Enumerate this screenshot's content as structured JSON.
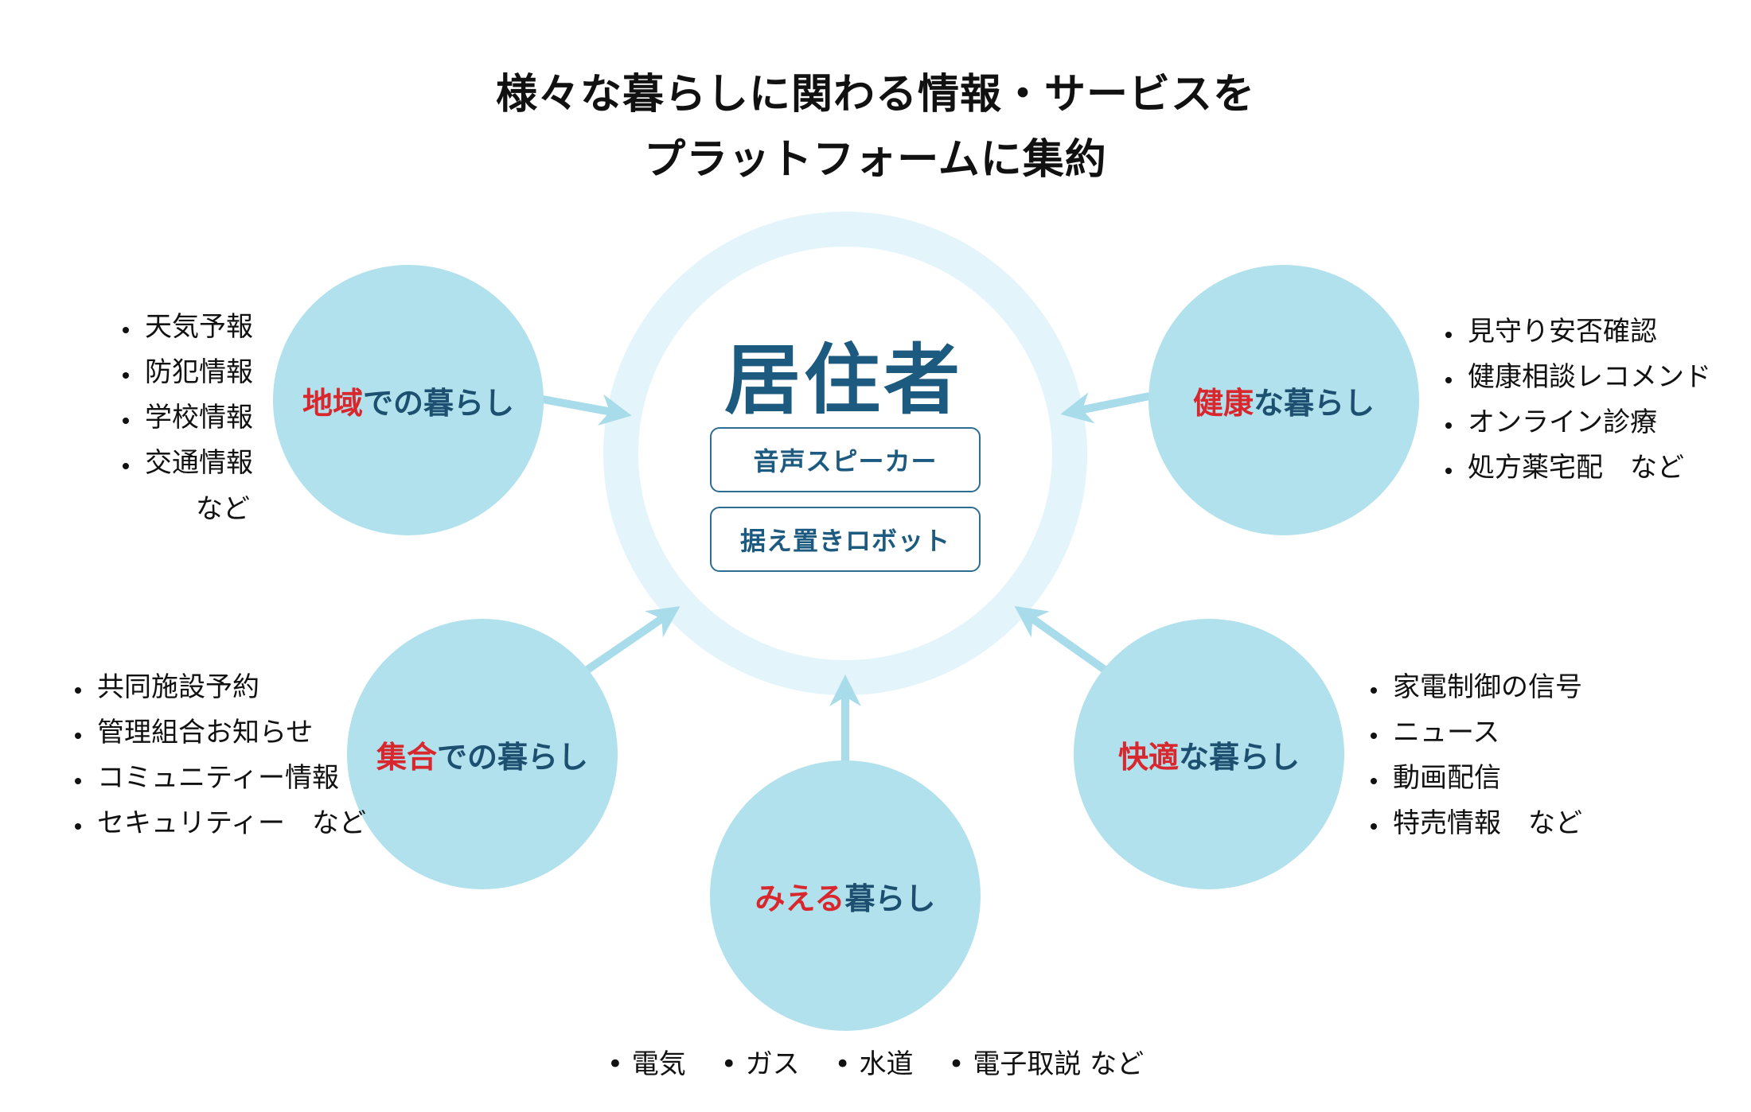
{
  "title": {
    "line1": "様々な暮らしに関わる情報・サービスを",
    "line2": "プラットフォームに集約"
  },
  "center": {
    "label": "居住者",
    "devices": [
      "音声スピーカー",
      "据え置きロボット"
    ]
  },
  "nodes": {
    "chiiki": {
      "highlight": "地域",
      "rest": "での暮らし",
      "items": [
        "天気予報",
        "防犯情報",
        "学校情報",
        "交通情報"
      ],
      "suffix": "など"
    },
    "kenko": {
      "highlight": "健康",
      "rest": "な暮らし",
      "items": [
        "見守り安否確認",
        "健康相談レコメンド",
        "オンライン診療",
        "処方薬宅配　など"
      ]
    },
    "shugo": {
      "highlight": "集合",
      "rest": "での暮らし",
      "items": [
        "共同施設予約",
        "管理組合お知らせ",
        "コミュニティー情報",
        "セキュリティー　など"
      ]
    },
    "kaiteki": {
      "highlight": "快適",
      "rest": "な暮らし",
      "items": [
        "家電制御の信号",
        "ニュース",
        "動画配信",
        "特売情報　など"
      ]
    },
    "mieru": {
      "highlight": "みえる",
      "rest": "暮らし",
      "items": [
        "電気",
        "ガス",
        "水道",
        "電子取説 など"
      ]
    }
  },
  "colors": {
    "node_fill": "#b0e1ec",
    "ring": "#e3f4fb",
    "arrow": "#a8dcea",
    "highlight": "#d9272e",
    "text_dark_blue": "#1d4f70"
  }
}
